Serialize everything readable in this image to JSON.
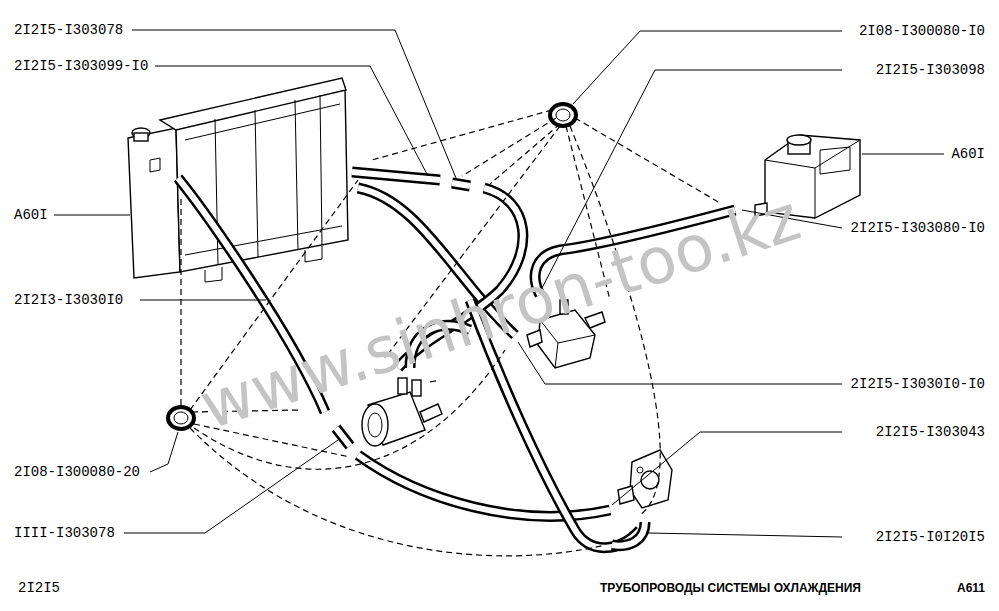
{
  "diagram": {
    "caption": "ТРУБОПРОВОДЫ СИСТЕМЫ ОХЛАЖДЕНИЯ",
    "labels": [
      "2I2I5-I303078",
      "2I08-I300080-I0",
      "2I2I5-I303099-I0",
      "2I2I5-I303098",
      "A60I",
      "A60I",
      "2I2I5-I303080-I0",
      "2I2I3-I3030I0",
      "2I2I5-I3030I0-I0",
      "2I2I5-I303043",
      "2I08-I300080-20",
      "IIII-I303078",
      "2I2I5-I0I20I5",
      "2I2I5",
      "A611",
      "www.sinhron-too.kz"
    ]
  }
}
